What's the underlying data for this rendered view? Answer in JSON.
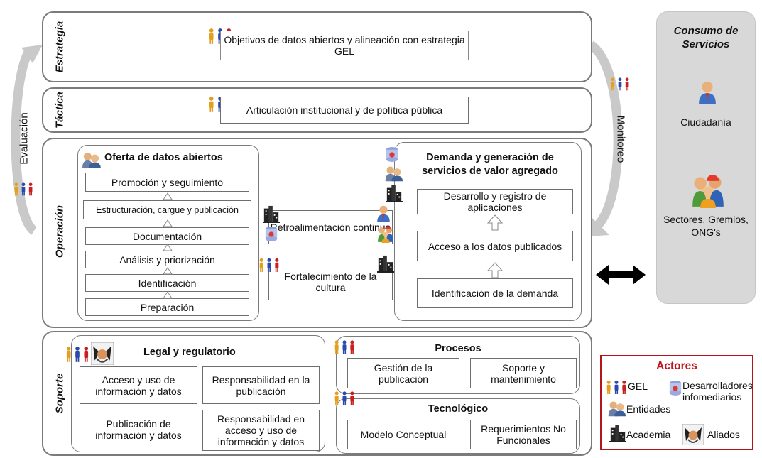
{
  "layers": {
    "estrategia": "Estrategia",
    "tactica": "Táctica",
    "operacion": "Operación",
    "soporte": "Soporte"
  },
  "estrategia_box": "Objetivos de datos abiertos y alineación con estrategia GEL",
  "tactica_box": "Articulación institucional y de política pública",
  "oferta": {
    "title": "Oferta de datos abiertos",
    "steps": [
      "Promoción y seguimiento",
      "Estructuración, cargue y publicación",
      "Documentación",
      "Análisis y priorización",
      "Identificación",
      "Preparación"
    ]
  },
  "middle": {
    "retro": "Retroalimentación continua",
    "cultura": "Fortalecimiento de la cultura"
  },
  "demanda": {
    "title": "Demanda y generación de servicios de valor agregado",
    "steps": [
      "Desarrollo y registro de aplicaciones",
      "Acceso a los datos publicados",
      "Identificación de la demanda"
    ]
  },
  "side": {
    "evaluacion": "Evaluación",
    "monitoreo": "Monitoreo"
  },
  "consumo": {
    "title": "Consumo de Servicios",
    "ciudadania": "Ciudadanía",
    "sectores": "Sectores, Gremios, ONG's"
  },
  "legal": {
    "title": "Legal y regulatorio",
    "cells": [
      "Acceso y uso de información y datos",
      "Responsabilidad en la publicación",
      "Publicación de información y datos",
      "Responsabilidad en acceso y uso de información y datos"
    ]
  },
  "procesos": {
    "title": "Procesos",
    "cells": [
      "Gestión de la publicación",
      "Soporte y mantenimiento"
    ]
  },
  "tecnologico": {
    "title": "Tecnológico",
    "cells": [
      "Modelo Conceptual",
      "Requerimientos No Funcionales"
    ]
  },
  "actores": {
    "title": "Actores",
    "gel": "GEL",
    "desarrolladores": "Desarrolladores infomediarios",
    "entidades": "Entidades",
    "academia": "Academia",
    "aliados": "Aliados"
  },
  "colors": {
    "actores_border": "#b3151b",
    "actores_title": "#c0141c",
    "panel_bg": "#d8d8d8"
  }
}
